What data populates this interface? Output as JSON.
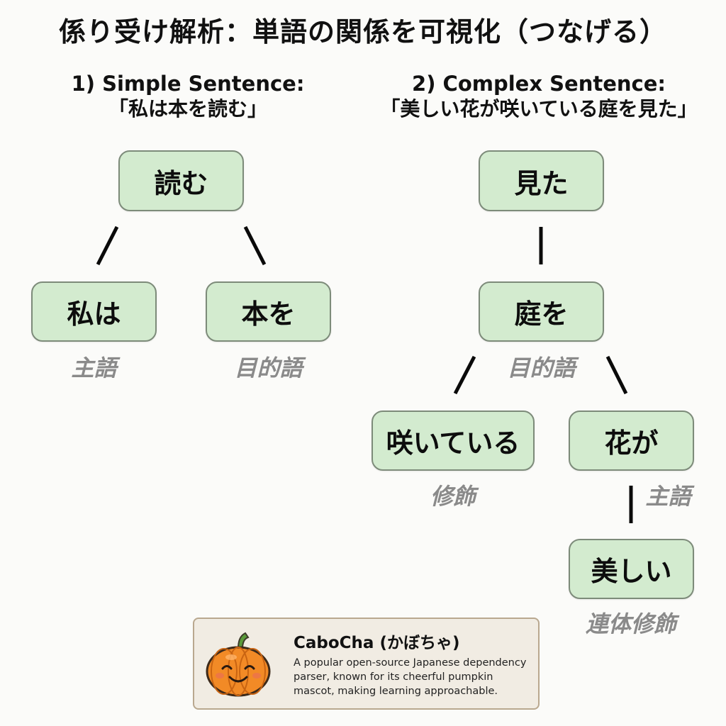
{
  "title": "係り受け解析：単語の関係を可視化（つなげる）",
  "sections": [
    {
      "heading": "1) Simple Sentence:",
      "sentence": "「私は本を読む」",
      "nodes": [
        {
          "id": "yomu",
          "label": "読む"
        },
        {
          "id": "watashiwa",
          "label": "私は",
          "role": "主語"
        },
        {
          "id": "honwo",
          "label": "本を",
          "role": "目的語"
        }
      ],
      "edges": [
        [
          "yomu",
          "watashiwa"
        ],
        [
          "yomu",
          "honwo"
        ]
      ]
    },
    {
      "heading": "2) Complex Sentence:",
      "sentence": "「美しい花が咲いている庭を見た」",
      "nodes": [
        {
          "id": "mita",
          "label": "見た"
        },
        {
          "id": "niwawo",
          "label": "庭を",
          "role": "目的語"
        },
        {
          "id": "saiteiru",
          "label": "咲いている",
          "role": "修飾"
        },
        {
          "id": "hanaga",
          "label": "花が",
          "role": "主語"
        },
        {
          "id": "utsukushii",
          "label": "美しい",
          "role": "連体修飾"
        }
      ],
      "edges": [
        [
          "mita",
          "niwawo"
        ],
        [
          "niwawo",
          "saiteiru"
        ],
        [
          "niwawo",
          "hanaga"
        ],
        [
          "hanaga",
          "utsukushii"
        ]
      ]
    }
  ],
  "info_card": {
    "icon": "pumpkin-mascot-icon",
    "title": "CaboCha (かぼちゃ)",
    "description": "A popular open-source Japanese dependency parser, known for its cheerful pumpkin mascot, making learning approachable."
  },
  "colors": {
    "node_fill": "#d3ebcf",
    "node_border": "#7d8b7a",
    "role_text": "#8a8a8a",
    "card_fill": "#f1ece3",
    "pumpkin": "#f28a26",
    "stem": "#5a9a3a"
  }
}
